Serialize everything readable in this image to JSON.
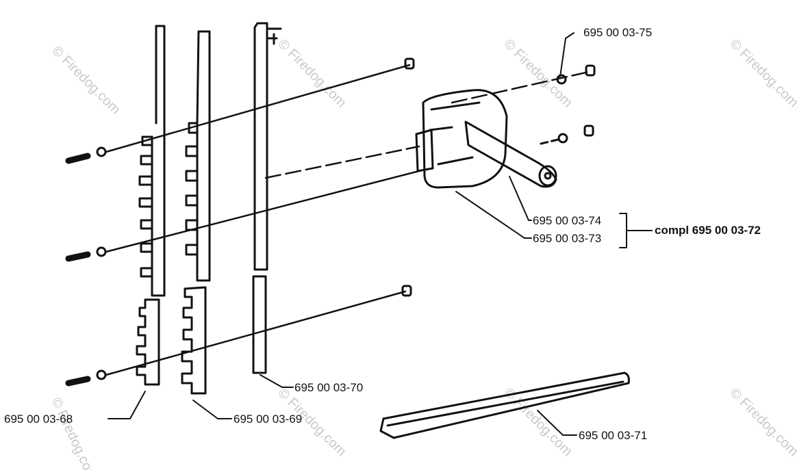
{
  "watermark": "© Firedog.com",
  "labels": {
    "p68": "695 00 03-68",
    "p69": "695 00 03-69",
    "p70": "695 00 03-70",
    "p71": "695 00 03-71",
    "p73": "695 00 03-73",
    "p74": "695 00 03-74",
    "p75": "695 00 03-75",
    "assembly": "compl 695 00 03-72"
  }
}
